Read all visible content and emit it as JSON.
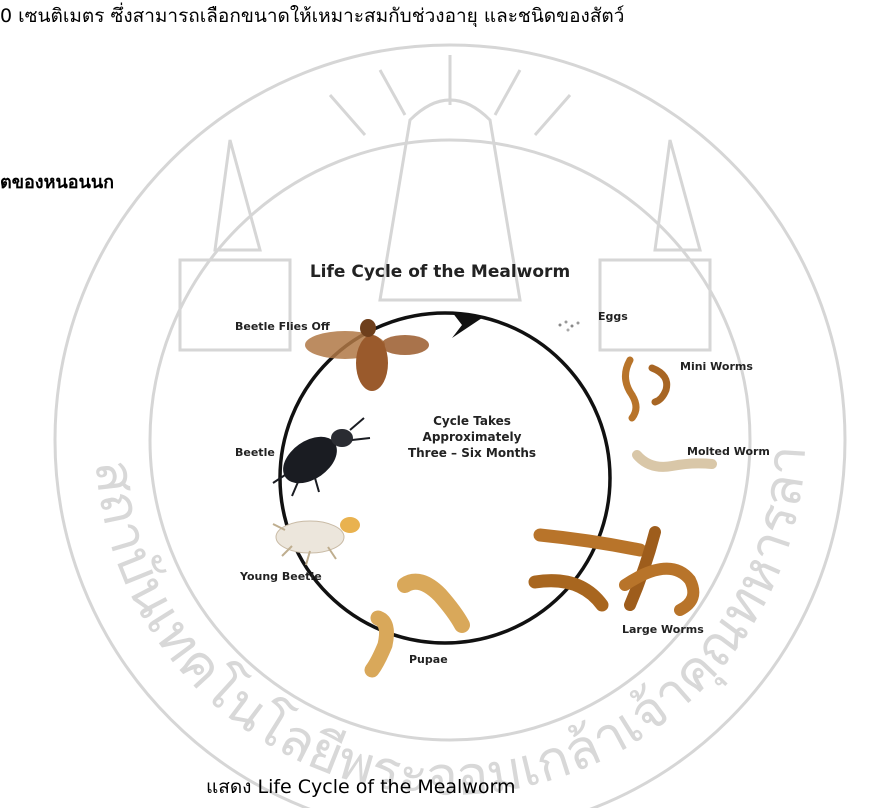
{
  "document": {
    "top_text": "0 เซนติเมตร ซึ่งสามารถเลือกขนาดให้เหมาะสมกับช่วงอายุ และชนิดของสัตว์",
    "section_heading": "ตของหนอนนก",
    "caption": "แสดง Life Cycle of the Mealworm",
    "watermark_text": "สถาบันเทคโนโลยีพระจอมเกล้าเจ้าคุณทหารลาดกระบัง"
  },
  "figure": {
    "title": "Life Cycle of the Mealworm",
    "center_lines": [
      "Cycle Takes",
      "Approximately",
      "Three – Six Months"
    ],
    "stages": {
      "eggs": "Eggs",
      "mini_worms": "Mini Worms",
      "molted_worm": "Molted Worm",
      "large_worms": "Large Worms",
      "pupae": "Pupae",
      "young_beetle": "Young Beetle",
      "beetle": "Beetle",
      "beetle_flies_off": "Beetle Flies Off"
    },
    "colors": {
      "larva": "#b8742a",
      "larva_dark": "#8a4f18",
      "pupa": "#d9a85a",
      "beetle_dark": "#1a1c22",
      "young_beetle": "#ece6dc",
      "flying_beetle": "#9a5a2c",
      "watermark": "#d4d4d4"
    }
  }
}
